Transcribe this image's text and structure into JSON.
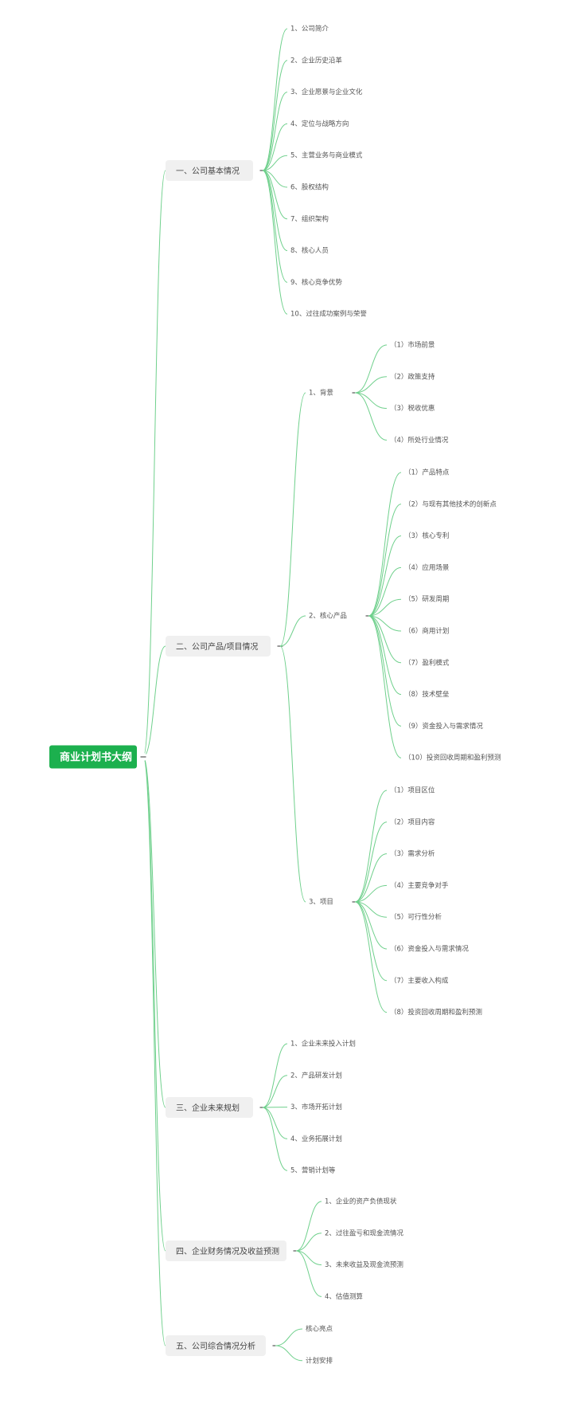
{
  "mindmap": {
    "root": "商业计划书大纲",
    "branches": [
      {
        "label": "一、公司基本情况",
        "children": [
          {
            "label": "1、公司简介"
          },
          {
            "label": "2、企业历史沿革"
          },
          {
            "label": "3、企业愿景与企业文化"
          },
          {
            "label": "4、定位与战略方向"
          },
          {
            "label": "5、主营业务与商业模式"
          },
          {
            "label": "6、股权结构"
          },
          {
            "label": "7、组织架构"
          },
          {
            "label": "8、核心人员"
          },
          {
            "label": "9、核心竞争优势"
          },
          {
            "label": "10、过往成功案例与荣誉"
          }
        ]
      },
      {
        "label": "二、公司产品/项目情况",
        "children": [
          {
            "label": "1、背景",
            "children": [
              {
                "label": "（1）市场前景"
              },
              {
                "label": "（2）政策支持"
              },
              {
                "label": "（3）税收优惠"
              },
              {
                "label": "（4）所处行业情况"
              }
            ]
          },
          {
            "label": "2、核心产品",
            "children": [
              {
                "label": "（1）产品特点"
              },
              {
                "label": "（2）与现有其他技术的创新点"
              },
              {
                "label": "（3）核心专利"
              },
              {
                "label": "（4）应用场景"
              },
              {
                "label": "（5）研发周期"
              },
              {
                "label": "（6）商用计划"
              },
              {
                "label": "（7）盈利模式"
              },
              {
                "label": "（8）技术壁垒"
              },
              {
                "label": "（9）资金投入与需求情况"
              },
              {
                "label": "（10）投资回收周期和盈利预测"
              }
            ]
          },
          {
            "label": "3、项目",
            "children": [
              {
                "label": "（1）项目区位"
              },
              {
                "label": "（2）项目内容"
              },
              {
                "label": "（3）需求分析"
              },
              {
                "label": "（4）主要竞争对手"
              },
              {
                "label": "（5）可行性分析"
              },
              {
                "label": "（6）资金投入与需求情况"
              },
              {
                "label": "（7）主要收入构成"
              },
              {
                "label": "（8）投资回收周期和盈利预测"
              }
            ]
          }
        ]
      },
      {
        "label": "三、企业未来规划",
        "children": [
          {
            "label": "1、企业未来投入计划"
          },
          {
            "label": "2、产品研发计划"
          },
          {
            "label": "3、市场开拓计划"
          },
          {
            "label": "4、业务拓展计划"
          },
          {
            "label": "5、营销计划等"
          }
        ]
      },
      {
        "label": "四、企业财务情况及收益预测",
        "children": [
          {
            "label": "1、企业的资产负债现状"
          },
          {
            "label": "2、过往盈亏和现金流情况"
          },
          {
            "label": "3、未来收益及现金流预测"
          },
          {
            "label": "4、估值测算"
          }
        ]
      },
      {
        "label": "五、公司综合情况分析",
        "children": [
          {
            "label": "核心亮点"
          },
          {
            "label": "计划安排"
          }
        ]
      }
    ]
  },
  "colors": {
    "root_fill": "#1cb04e",
    "edge": "#6fd08c",
    "branch_fill": "#f0f0f0"
  }
}
